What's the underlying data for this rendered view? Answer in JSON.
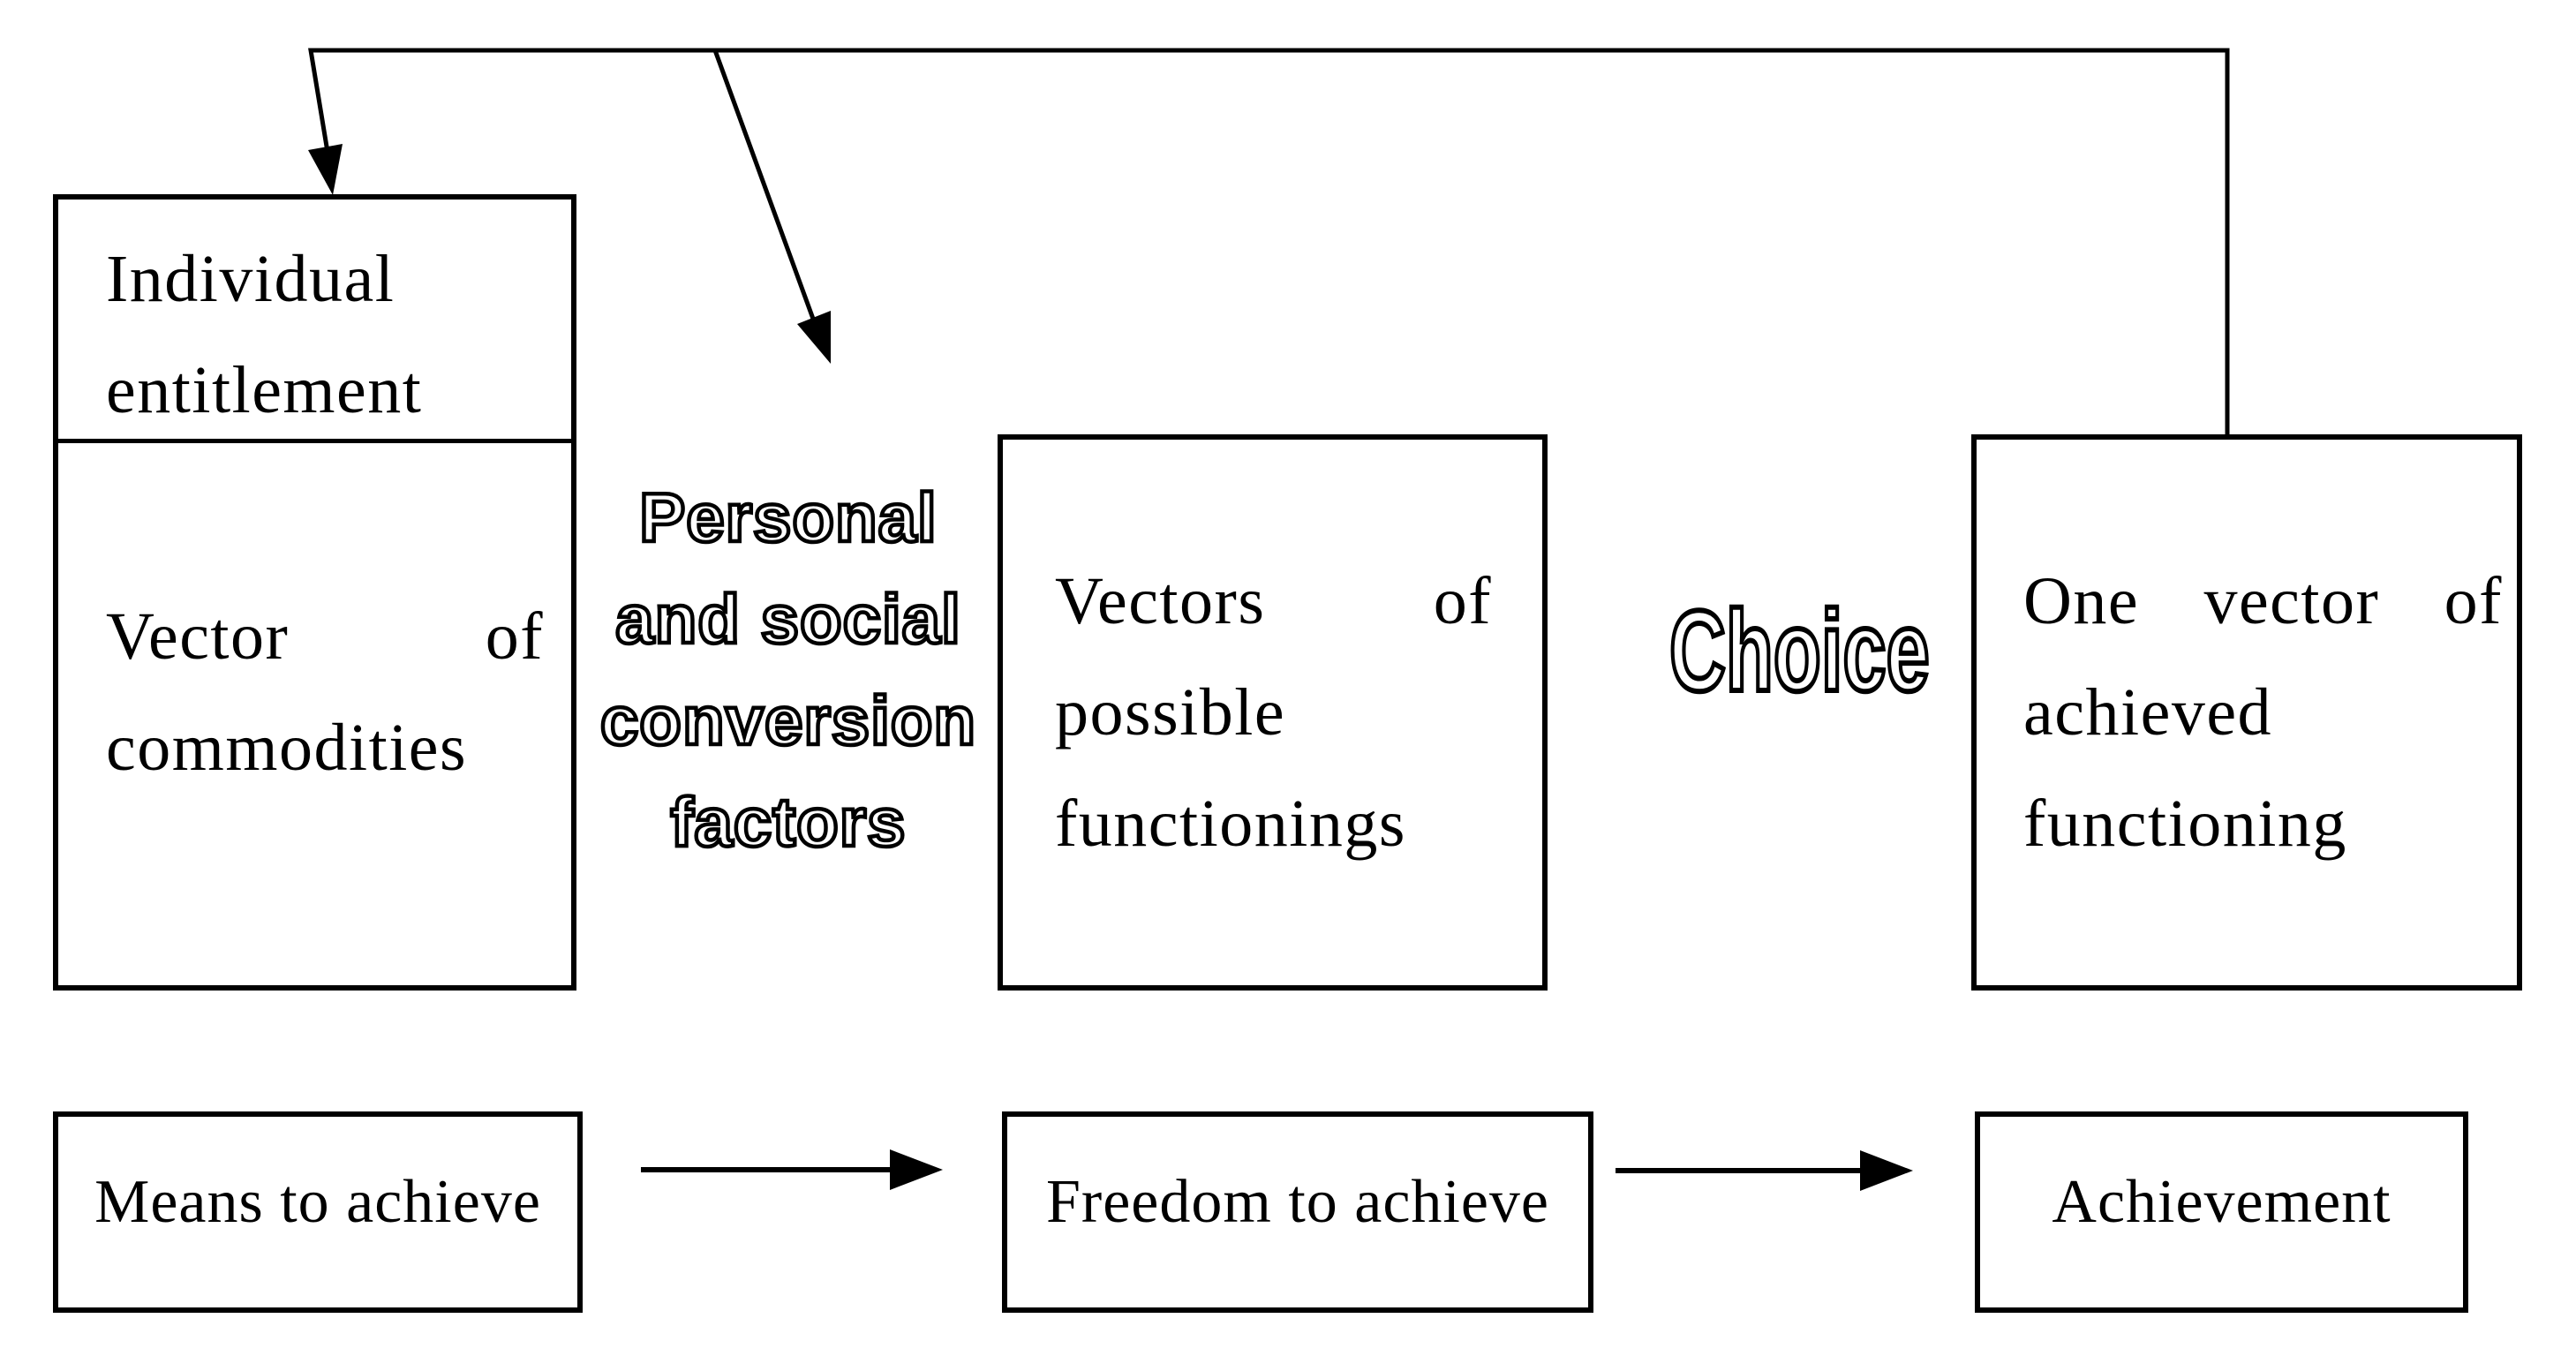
{
  "colors": {
    "ink": "#000000",
    "paper": "#ffffff"
  },
  "top_row": {
    "entitlement_box": {
      "line1": "Individual",
      "line2": "entitlement"
    },
    "commodities_box": {
      "word1": "Vector",
      "word2": "of",
      "line2": "commodities"
    },
    "conversion_label": {
      "lines": [
        "Personal",
        "and social",
        "conversion",
        "factors"
      ]
    },
    "functionings_box": {
      "word1": "Vectors",
      "word2": "of",
      "line2": "possible",
      "line3": "functionings"
    },
    "choice_label": "Choice",
    "achieved_box": {
      "word1": "One",
      "word2": "vector",
      "word3": "of",
      "line2": "achieved",
      "line3": "functioning"
    }
  },
  "bottom_row": {
    "means_box": "Means to achieve",
    "freedom_box": "Freedom to achieve",
    "achievement_box": "Achievement"
  }
}
